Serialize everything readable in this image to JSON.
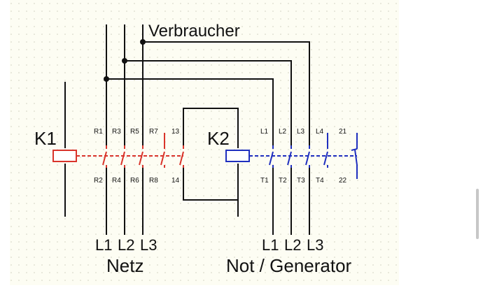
{
  "labels": {
    "consumer": "Verbraucher",
    "mains": "Netz",
    "generator": "Not / Generator",
    "k1": "K1",
    "k2": "K2"
  },
  "k1_contacts": {
    "top": [
      "R1",
      "R3",
      "R5",
      "R7",
      "13"
    ],
    "bottom": [
      "R2",
      "R4",
      "R6",
      "R8",
      "14"
    ]
  },
  "k2_contacts": {
    "top": [
      "L1",
      "L2",
      "L3",
      "L4",
      "21"
    ],
    "bottom": [
      "T1",
      "T2",
      "T3",
      "T4",
      "22"
    ]
  },
  "mains_phases": [
    "L1",
    "L2",
    "L3"
  ],
  "generator_phases": [
    "L1",
    "L2",
    "L3"
  ],
  "colors": {
    "background": "#fdfdf3",
    "grid_dot": "#cfcfbf",
    "wire": "#111111",
    "k1_color": "#d9342b",
    "k2_color": "#1f2fbf"
  }
}
